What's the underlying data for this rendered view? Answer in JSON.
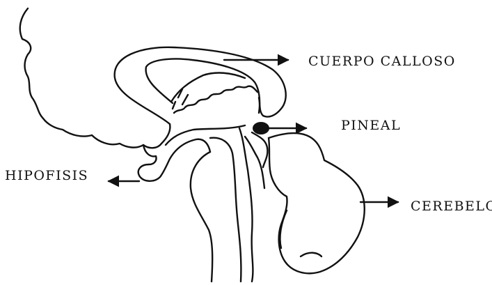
{
  "labels": {
    "corpus_callosum": "CUERPO CALLOSO",
    "pineal": "PINEAL",
    "pituitary": "HIPOFISIS",
    "cerebellum": "CEREBELO"
  },
  "colors": {
    "ink": "#111111",
    "background": "#ffffff"
  }
}
